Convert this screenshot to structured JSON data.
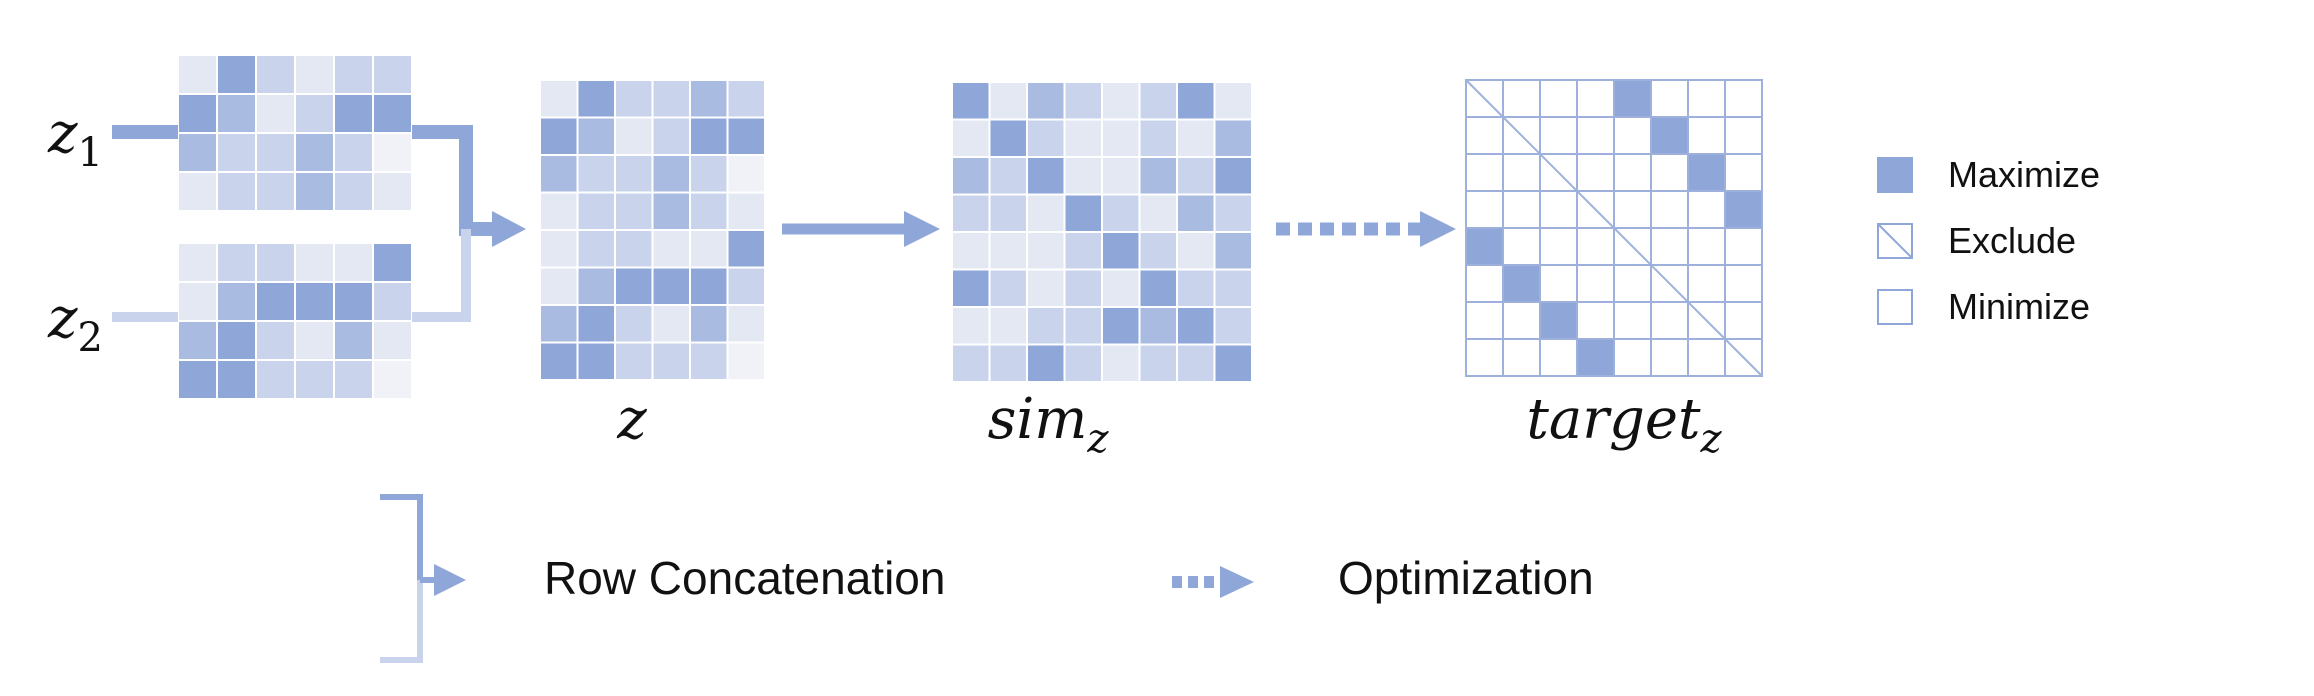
{
  "colors": {
    "dark": "#8fa6d8",
    "medium": "#a9bbe1",
    "light": "#c9d4ec",
    "pale": "#e3e8f3",
    "faint": "#f0f2f7",
    "white": "#ffffff",
    "grid_line": "#9eb1dc",
    "arrow": "#8fa6d8",
    "arrow_light": "#c9d4ec"
  },
  "labels": {
    "z1": "z",
    "z1_sub": "1",
    "z2": "z",
    "z2_sub": "2",
    "z": "z",
    "sim": "sim",
    "sim_sub": "z",
    "target": "target",
    "target_sub": "z"
  },
  "legend": {
    "maximize": "Maximize",
    "exclude": "Exclude",
    "minimize": "Minimize",
    "row_concatenation": "Row Concatenation",
    "optimization": "Optimization"
  },
  "matrices": {
    "z1": [
      [
        "pale",
        "dark",
        "light",
        "pale",
        "light",
        "light"
      ],
      [
        "dark",
        "medium",
        "pale",
        "light",
        "dark",
        "dark"
      ],
      [
        "medium",
        "light",
        "light",
        "medium",
        "light",
        "faint"
      ],
      [
        "pale",
        "light",
        "light",
        "medium",
        "light",
        "pale"
      ]
    ],
    "z2": [
      [
        "pale",
        "light",
        "light",
        "pale",
        "pale",
        "dark"
      ],
      [
        "pale",
        "medium",
        "dark",
        "dark",
        "dark",
        "light"
      ],
      [
        "medium",
        "dark",
        "light",
        "pale",
        "medium",
        "pale"
      ],
      [
        "dark",
        "dark",
        "light",
        "light",
        "light",
        "faint"
      ]
    ],
    "z": [
      [
        "pale",
        "dark",
        "light",
        "light",
        "medium",
        "light"
      ],
      [
        "dark",
        "medium",
        "pale",
        "light",
        "dark",
        "dark"
      ],
      [
        "medium",
        "light",
        "light",
        "medium",
        "light",
        "faint"
      ],
      [
        "pale",
        "light",
        "light",
        "medium",
        "light",
        "pale"
      ],
      [
        "pale",
        "light",
        "light",
        "pale",
        "pale",
        "dark"
      ],
      [
        "pale",
        "medium",
        "dark",
        "dark",
        "dark",
        "light"
      ],
      [
        "medium",
        "dark",
        "light",
        "pale",
        "medium",
        "pale"
      ],
      [
        "dark",
        "dark",
        "light",
        "light",
        "light",
        "faint"
      ]
    ],
    "sim": [
      [
        "dark",
        "pale",
        "medium",
        "light",
        "pale",
        "light",
        "dark",
        "pale"
      ],
      [
        "pale",
        "dark",
        "light",
        "pale",
        "pale",
        "light",
        "pale",
        "medium"
      ],
      [
        "medium",
        "light",
        "dark",
        "pale",
        "pale",
        "medium",
        "light",
        "dark"
      ],
      [
        "light",
        "light",
        "pale",
        "dark",
        "light",
        "pale",
        "medium",
        "light"
      ],
      [
        "pale",
        "pale",
        "pale",
        "light",
        "dark",
        "light",
        "pale",
        "medium"
      ],
      [
        "dark",
        "light",
        "pale",
        "light",
        "pale",
        "dark",
        "light",
        "light"
      ],
      [
        "pale",
        "pale",
        "light",
        "light",
        "dark",
        "medium",
        "dark",
        "light"
      ],
      [
        "light",
        "light",
        "dark",
        "light",
        "pale",
        "light",
        "light",
        "dark"
      ]
    ],
    "target": {
      "size": 8,
      "maximize": [
        [
          0,
          4
        ],
        [
          1,
          5
        ],
        [
          2,
          6
        ],
        [
          3,
          7
        ],
        [
          4,
          0
        ],
        [
          5,
          1
        ],
        [
          6,
          2
        ],
        [
          7,
          3
        ]
      ]
    }
  }
}
